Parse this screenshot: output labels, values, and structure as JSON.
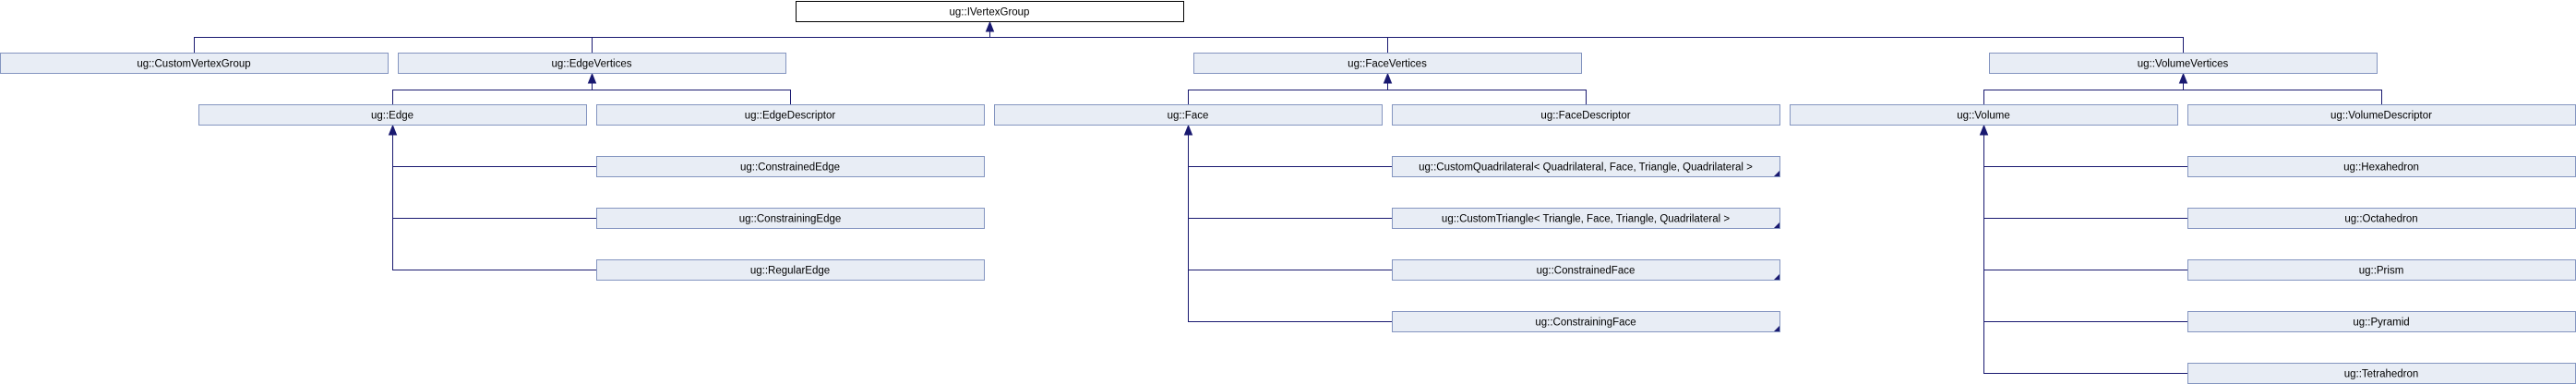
{
  "colors": {
    "root_fill": "#ffffff",
    "root_stroke": "#000000",
    "node_fill": "#e8edf5",
    "node_stroke": "#8495c0",
    "edge": "#191970"
  },
  "root": {
    "id": "root",
    "label": "ug::IVertexGroup"
  },
  "level1": [
    {
      "id": "customvertexgroup",
      "label": "ug::CustomVertexGroup",
      "parent": "root"
    },
    {
      "id": "edgevertices",
      "label": "ug::EdgeVertices",
      "parent": "root"
    },
    {
      "id": "facevertices",
      "label": "ug::FaceVertices",
      "parent": "root"
    },
    {
      "id": "volumevertices",
      "label": "ug::VolumeVertices",
      "parent": "root"
    }
  ],
  "level2": [
    {
      "id": "edge",
      "label": "ug::Edge",
      "parent": "edgevertices"
    },
    {
      "id": "edgedescriptor",
      "label": "ug::EdgeDescriptor",
      "parent": "edgevertices"
    },
    {
      "id": "face",
      "label": "ug::Face",
      "parent": "facevertices"
    },
    {
      "id": "facedescriptor",
      "label": "ug::FaceDescriptor",
      "parent": "facevertices"
    },
    {
      "id": "volume",
      "label": "ug::Volume",
      "parent": "volumevertices"
    },
    {
      "id": "volumedescriptor",
      "label": "ug::VolumeDescriptor",
      "parent": "volumevertices"
    }
  ],
  "level3": [
    {
      "id": "constrainededge",
      "label": "ug::ConstrainedEdge",
      "parent": "edge",
      "template": false
    },
    {
      "id": "constrainingedge",
      "label": "ug::ConstrainingEdge",
      "parent": "edge",
      "template": false
    },
    {
      "id": "regularedge",
      "label": "ug::RegularEdge",
      "parent": "edge",
      "template": false
    },
    {
      "id": "customquadrilateral",
      "label": "ug::CustomQuadrilateral< Quadrilateral, Face, Triangle, Quadrilateral >",
      "parent": "face",
      "template": true
    },
    {
      "id": "customtriangle",
      "label": "ug::CustomTriangle< Triangle, Face, Triangle, Quadrilateral >",
      "parent": "face",
      "template": true
    },
    {
      "id": "constrainedface",
      "label": "ug::ConstrainedFace",
      "parent": "face",
      "template": true
    },
    {
      "id": "constrainingface",
      "label": "ug::ConstrainingFace",
      "parent": "face",
      "template": true
    },
    {
      "id": "hexahedron",
      "label": "ug::Hexahedron",
      "parent": "volume",
      "template": false
    },
    {
      "id": "octahedron",
      "label": "ug::Octahedron",
      "parent": "volume",
      "template": false
    },
    {
      "id": "prism",
      "label": "ug::Prism",
      "parent": "volume",
      "template": false
    },
    {
      "id": "pyramid",
      "label": "ug::Pyramid",
      "parent": "volume",
      "template": false
    },
    {
      "id": "tetrahedron",
      "label": "ug::Tetrahedron",
      "parent": "volume",
      "template": false
    }
  ]
}
